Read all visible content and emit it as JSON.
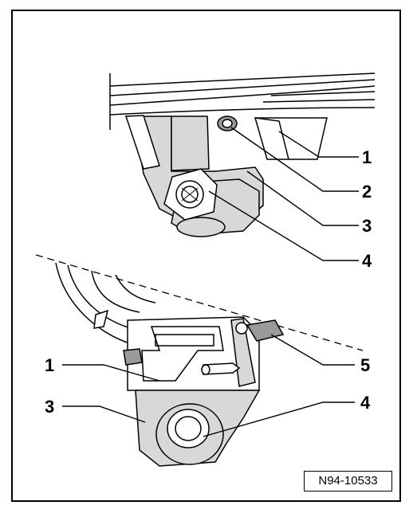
{
  "figure": {
    "id_label": "N94-10533"
  },
  "top_view": {
    "callouts": [
      {
        "label": "1",
        "target": "bracket-clip"
      },
      {
        "label": "2",
        "target": "bracket-bolt"
      },
      {
        "label": "3",
        "target": "bracket-body"
      },
      {
        "label": "4",
        "target": "nut"
      }
    ]
  },
  "bottom_view": {
    "callouts": [
      {
        "label": "1",
        "target": "bracket-clip"
      },
      {
        "label": "3",
        "target": "bracket-body"
      },
      {
        "label": "4",
        "target": "nut"
      },
      {
        "label": "5",
        "target": "bracket-bolt"
      }
    ]
  },
  "colors": {
    "line": "#000000",
    "fill_light": "#ffffff",
    "fill_shade": "#d8d8d8",
    "fill_dark": "#9a9a9a"
  }
}
